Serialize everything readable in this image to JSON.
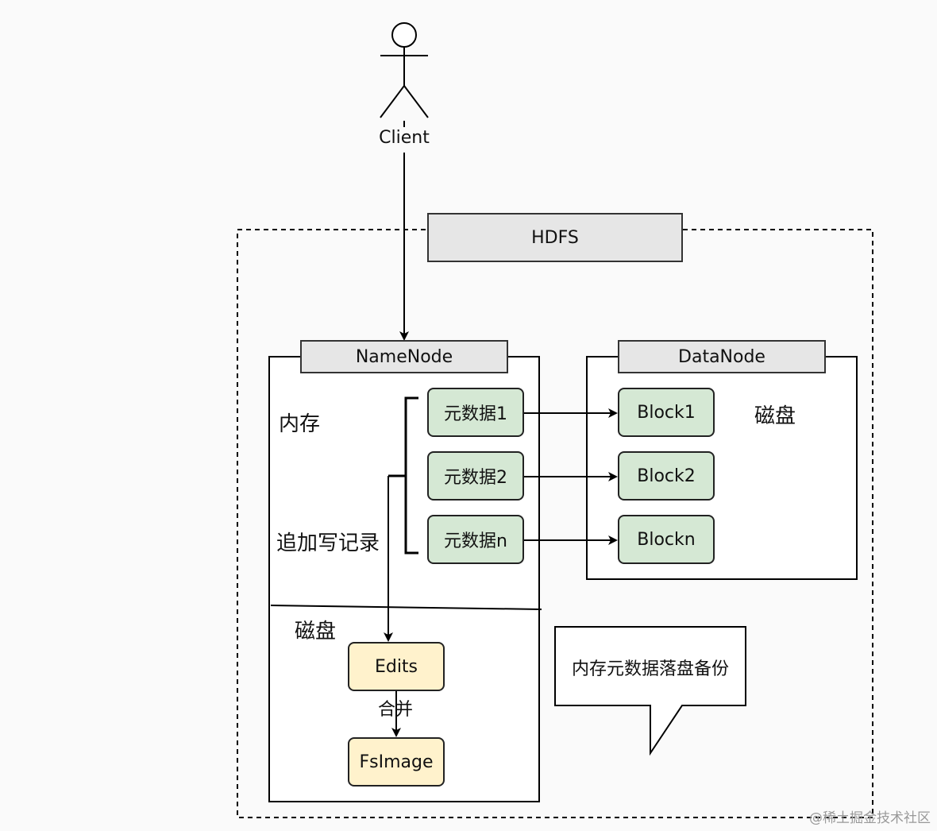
{
  "actor": {
    "label": "Client"
  },
  "hdfs": {
    "title": "HDFS"
  },
  "namenode": {
    "title": "NameNode",
    "memory_label": "内存",
    "append_label": "追加写记录",
    "disk_label": "磁盘",
    "metadata": [
      "元数据1",
      "元数据2",
      "元数据n"
    ],
    "edits": "Edits",
    "merge_label": "合并",
    "fsimage": "FsImage"
  },
  "datanode": {
    "title": "DataNode",
    "disk_label": "磁盘",
    "blocks": [
      "Block1",
      "Block2",
      "Blockn"
    ]
  },
  "callout": {
    "text": "内存元数据落盘备份"
  },
  "watermark": "@稀土掘金技术社区",
  "colors": {
    "header_fill": "#e6e6e6",
    "metadata_fill": "#d5e8d4",
    "file_fill": "#fff2cc",
    "stroke": "#222222"
  }
}
